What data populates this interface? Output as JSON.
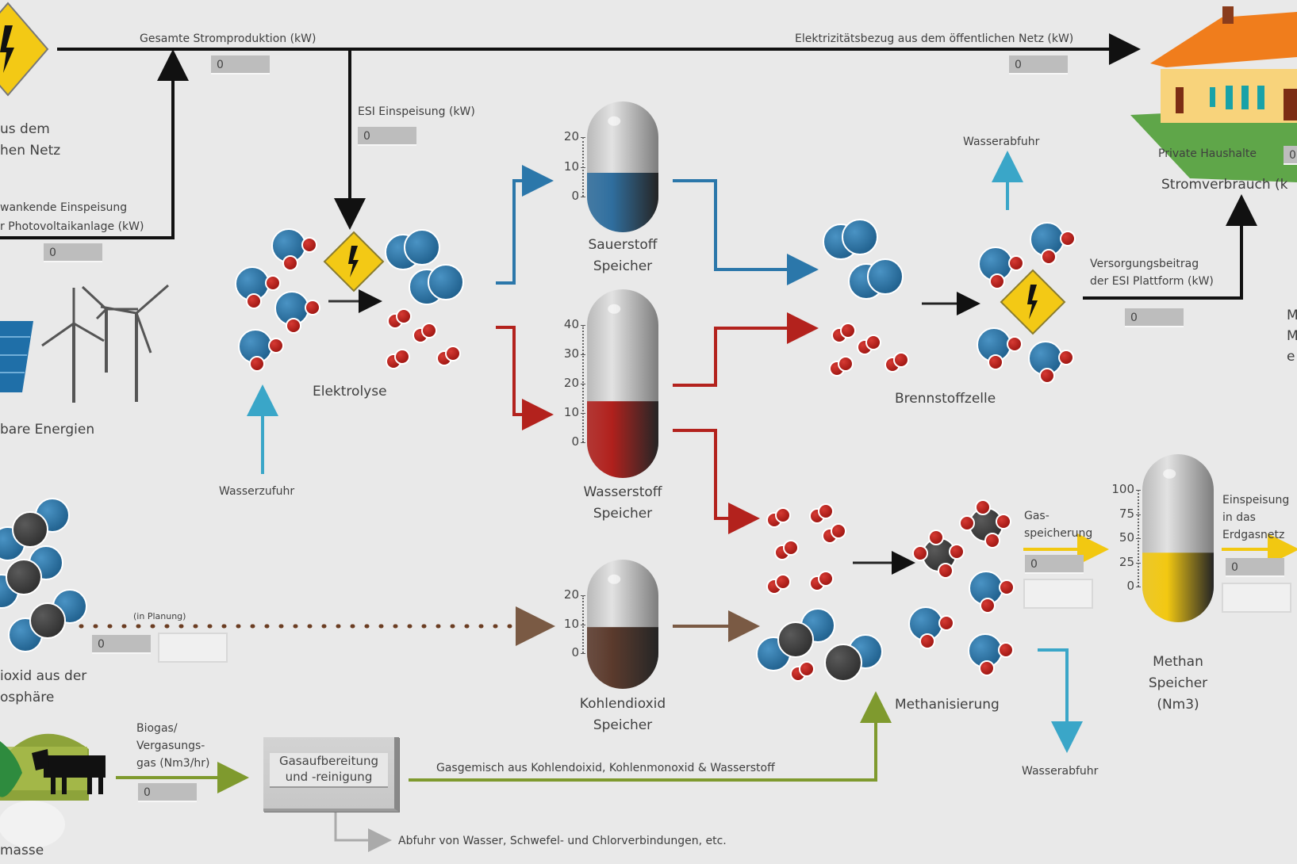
{
  "power": {
    "total_production_label": "Gesamte Stromproduktion (kW)",
    "total_production_value": "0",
    "grid_import_label": "Elektrizitätsbezug aus dem öffentlichen Netz (kW)",
    "grid_import_value": "0",
    "grid_source_label_1": "us dem",
    "grid_source_label_2": "hen Netz",
    "pv_feed_label_1": "wankende Einspeisung",
    "pv_feed_label_2": "r Photovoltaikanlage (kW)",
    "pv_feed_value": "0",
    "esi_feed_label": "ESI Einspeisung (kW)",
    "esi_feed_value": "0",
    "renewables_label": "bare Energien"
  },
  "electrolysis": {
    "label": "Elektrolyse",
    "water_supply_label": "Wasserzufuhr"
  },
  "tanks": {
    "oxygen": {
      "label_1": "Sauerstoff",
      "label_2": "Speicher",
      "ticks": [
        "20",
        "10",
        "0"
      ],
      "max": 20,
      "fill_fraction": 0.4,
      "color": "#2f6e9e"
    },
    "hydrogen": {
      "label_1": "Wasserstoff",
      "label_2": "Speicher",
      "ticks": [
        "40",
        "30",
        "20",
        "10",
        "0"
      ],
      "max": 40,
      "fill_fraction": 0.35,
      "color": "#b0201c"
    },
    "co2": {
      "label_1": "Kohlendioxid",
      "label_2": "Speicher",
      "ticks": [
        "20",
        "10",
        "0"
      ],
      "max": 20,
      "fill_fraction": 0.45,
      "color": "#5b3a2c"
    },
    "methane": {
      "label_1": "Methan",
      "label_2": "Speicher",
      "label_3": "(Nm3)",
      "ticks": [
        "100",
        "75",
        "50",
        "25",
        "0"
      ],
      "max": 100,
      "fill_fraction": 0.35,
      "color": "#f2c811"
    }
  },
  "fuel_cell": {
    "label": "Brennstoffzelle",
    "water_out_label": "Wasserabfuhr",
    "supply_label_1": "Versorgungsbeitrag",
    "supply_label_2": "der ESI Plattform (kW)",
    "supply_value": "0"
  },
  "household": {
    "label": "Private Haushalte",
    "value": "0",
    "consumption_label": "Stromverbrauch (k"
  },
  "right_edge_text": [
    "M",
    "M",
    "e"
  ],
  "co2_source": {
    "label_1": "ioxid aus der",
    "label_2": "osphäre",
    "planning_label": "(in Planung)",
    "value": "0",
    "input_value": ""
  },
  "methanation": {
    "label": "Methanisierung",
    "water_out_label": "Wasserabfuhr",
    "gas_storage_label_1": "Gas-",
    "gas_storage_label_2": "speicherung",
    "gas_storage_value": "0",
    "gas_storage_input": "",
    "grid_feed_label_1": "Einspeisung",
    "grid_feed_label_2": "in das",
    "grid_feed_label_3": "Erdgasnetz",
    "grid_feed_value": "0",
    "grid_feed_input": ""
  },
  "biomass": {
    "label": "masse",
    "biogas_label_1": "Biogas/",
    "biogas_label_2": "Vergasungs-",
    "biogas_label_3": "gas (Nm3/hr)",
    "biogas_value": "0",
    "processing_label_1": "Gasaufbereitung",
    "processing_label_2": "und -reinigung",
    "gas_mix_label": "Gasgemisch aus Kohlendoixid, Kohlenmonoxid & Wasserstoff",
    "waste_label": "Abfuhr von Wasser, Schwefel- und Chlorverbindungen, etc."
  },
  "colors": {
    "background": "#e9e9e9",
    "oxygen_flow": "#2b77aa",
    "hydrogen_flow": "#b3221d",
    "water_flow": "#3aa6c8",
    "co2_flow": "#7a5a44",
    "biogas_flow": "#7f9a2e",
    "methane_flow": "#f2c811",
    "warning_sign": "#f3c915"
  }
}
